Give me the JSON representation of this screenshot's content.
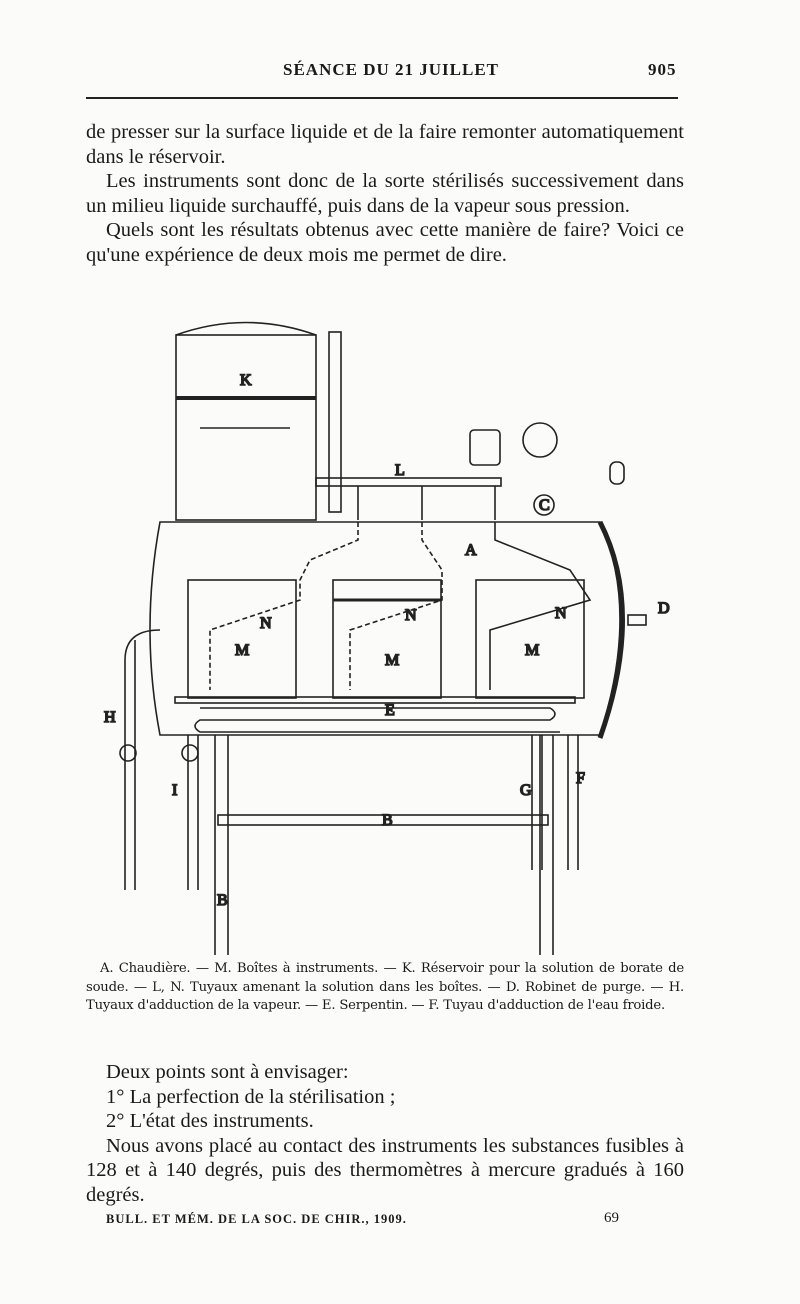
{
  "header": {
    "title": "SÉANCE DU 21 JUILLET",
    "page_number": "905"
  },
  "top_text": [
    "de presser sur la surface liquide et de la faire remonter automatiquement dans le réservoir.",
    "Les instruments sont donc de la sorte stérilisés successivement dans un milieu liquide surchauffé, puis dans de la vapeur sous pression.",
    "Quels sont les résultats obtenus avec cette manière de faire? Voici ce qu'une expérience de deux mois me permet de dire."
  ],
  "figure": {
    "labels": {
      "K": "K",
      "L": "L",
      "A": "A",
      "N": "N",
      "M": "M",
      "D": "D",
      "H": "H",
      "E": "E",
      "I": "I",
      "G": "G",
      "F": "F",
      "B": "B",
      "C": "C"
    }
  },
  "caption": "A. Chaudière. — M. Boîtes à instruments. — K. Réservoir pour la solution de borate de soude. — L, N. Tuyaux amenant la solution dans les boîtes. — D. Robinet de purge. — H. Tuyaux d'adduction de la vapeur. — E. Serpentin. — F. Tuyau d'adduction de l'eau froide.",
  "bottom_text": [
    "Deux points sont à envisager:",
    "1° La perfection de la stérilisation ;",
    "2° L'état des instruments.",
    "Nous avons placé au contact des instruments les substances fusibles à 128 et à 140 degrés, puis des thermomètres à mercure gradués à 160 degrés."
  ],
  "footer": {
    "journal": "BULL. ET MÉM. DE LA SOC. DE CHIR., 1909.",
    "signature": "69"
  }
}
